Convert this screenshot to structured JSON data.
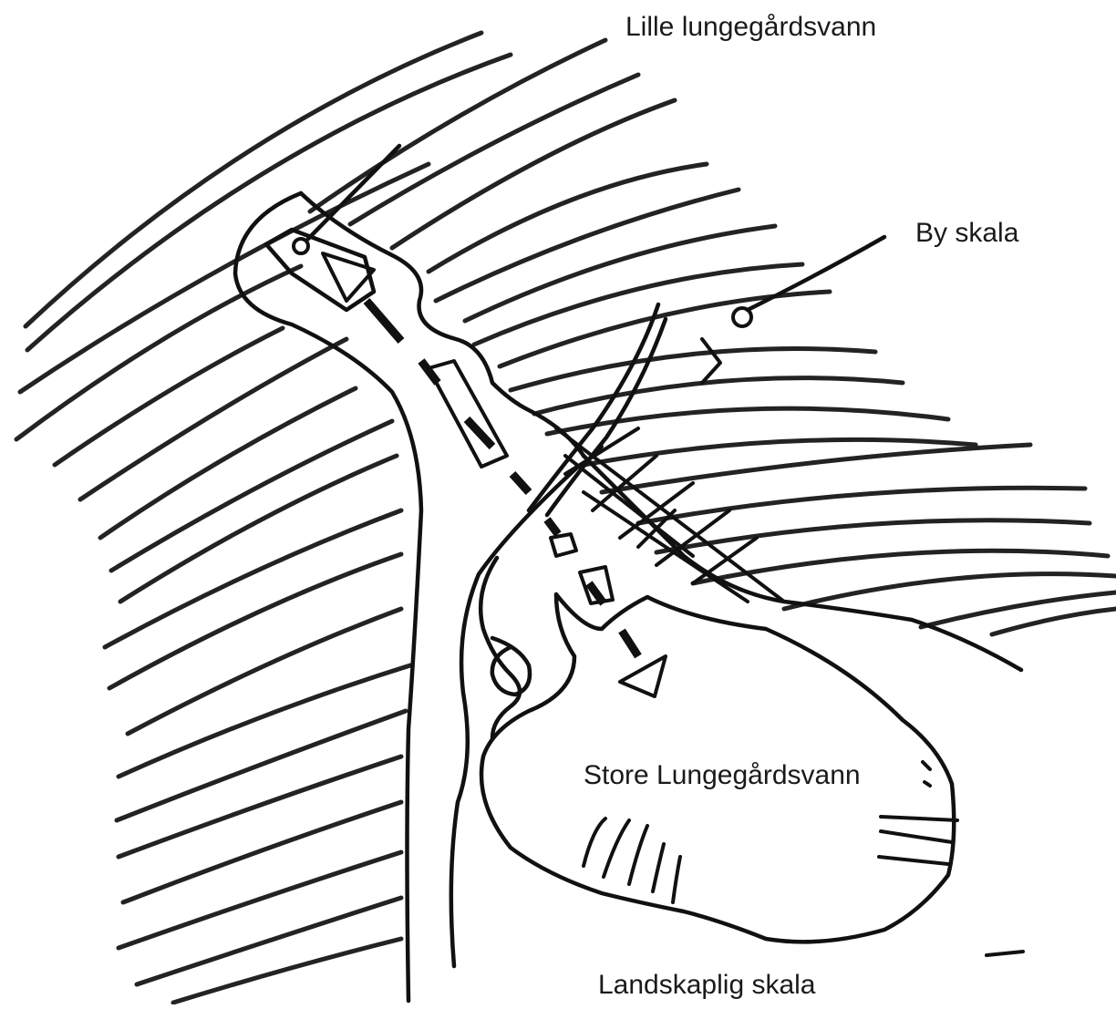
{
  "labels": {
    "lille": "Lille lungegårdsvann",
    "by": "By skala",
    "store": "Store Lungegårdsvann",
    "landskap": "Landskaplig skala"
  }
}
